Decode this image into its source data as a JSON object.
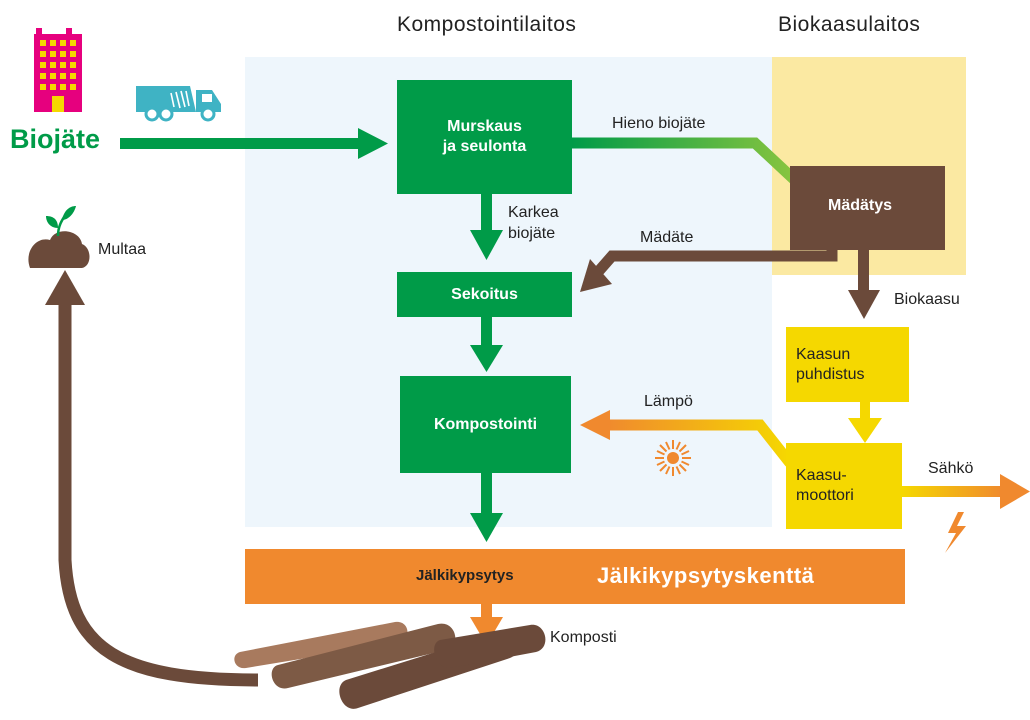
{
  "headers": {
    "compost_plant": "Kompostointilaitos",
    "biogas_plant": "Biokaasulaitos"
  },
  "inputs": {
    "biowaste": "Biojäte"
  },
  "outputs": {
    "soil": "Multaa",
    "compost": "Komposti"
  },
  "boxes": {
    "crushing": "Murskaus\nja seulonta",
    "mixing": "Sekoitus",
    "composting": "Kompostointi",
    "digestion": "Mädätys",
    "gas_cleaning": "Kaasun\npuhdistus",
    "gas_engine": "Kaasu-\nmoottori",
    "post_maturation": "Jälkikypsytys",
    "post_maturation_field": "Jälkikypsytyskenttä"
  },
  "flows": {
    "fine_biowaste": "Hieno biojäte",
    "coarse_biowaste": "Karkea\nbiojäte",
    "digestate": "Mädäte",
    "biogas": "Biokaasu",
    "heat": "Lämpö",
    "electricity": "Sähkö"
  },
  "colors": {
    "green": "#009b48",
    "light_green": "#8cc63f",
    "brown": "#6b4a3a",
    "orange": "#f0892e",
    "yellow": "#f5d800",
    "light_blue_bg": "#eef6fc",
    "light_yellow_bg": "#fbe9a2",
    "magenta": "#e6007e",
    "teal": "#3fb3c4"
  }
}
